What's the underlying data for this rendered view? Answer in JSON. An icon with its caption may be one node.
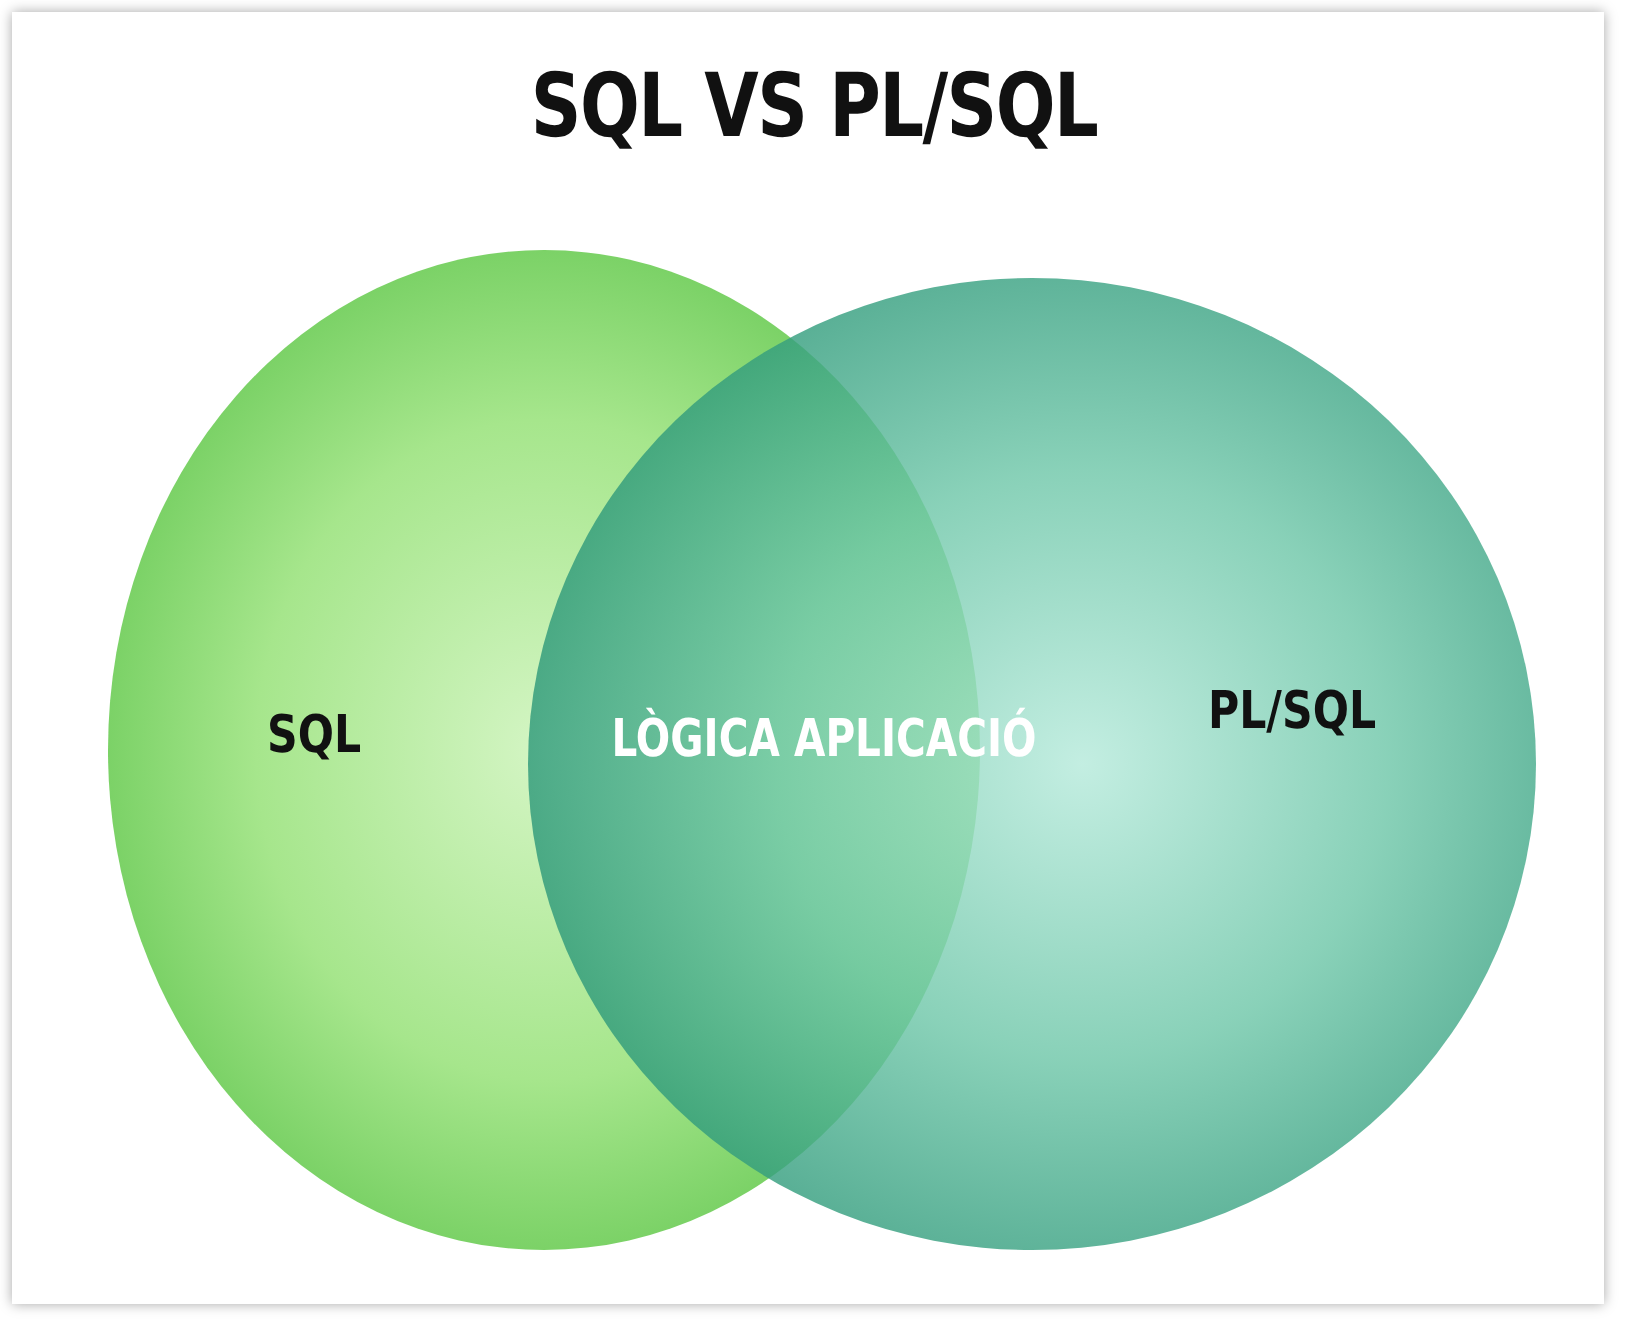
{
  "diagram": {
    "title": "SQL VS PL/SQL",
    "nodes": [
      {
        "text": [
          "SQL"
        ]
      },
      {
        "text": [
          "PL/SQL"
        ]
      }
    ],
    "labels": [
      "LÒGICA APLICACIÓ"
    ]
  }
}
